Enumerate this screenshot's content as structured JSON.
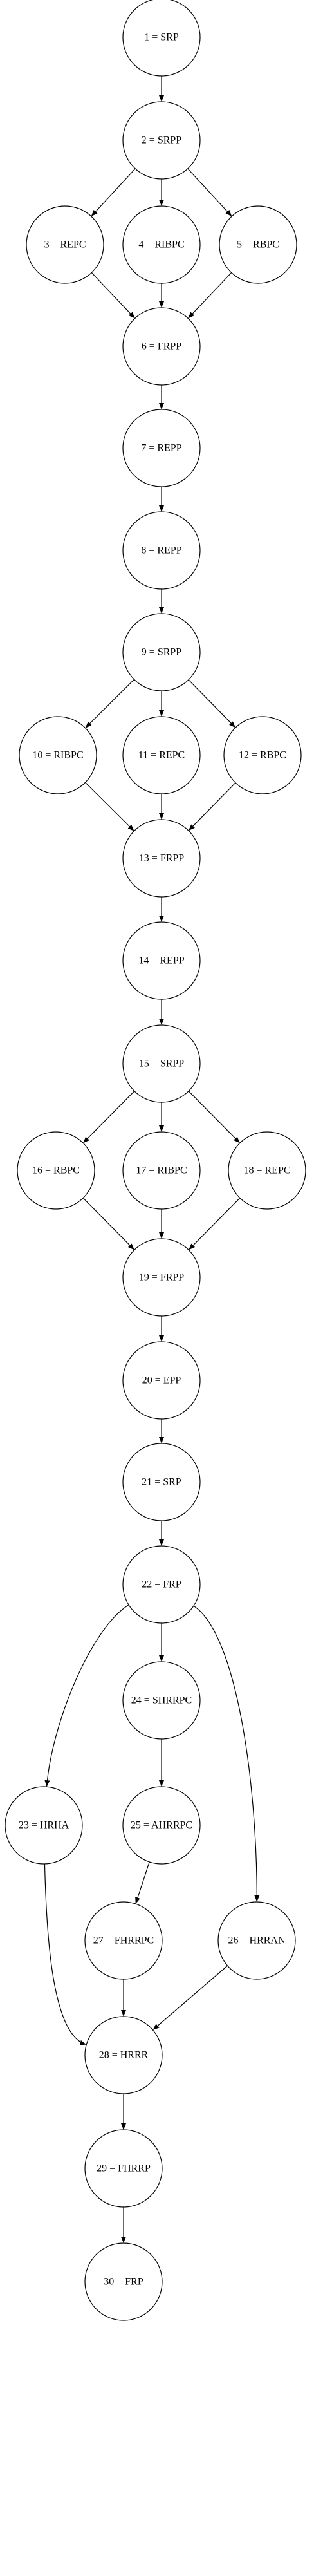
{
  "graph": {
    "nodes": [
      {
        "id": 1,
        "label": "1 = SRP"
      },
      {
        "id": 2,
        "label": "2 = SRPP"
      },
      {
        "id": 3,
        "label": "3 = REPC"
      },
      {
        "id": 4,
        "label": "4 = RIBPC"
      },
      {
        "id": 5,
        "label": "5 = RBPC"
      },
      {
        "id": 6,
        "label": "6 = FRPP"
      },
      {
        "id": 7,
        "label": "7 = REPP"
      },
      {
        "id": 8,
        "label": "8 = REPP"
      },
      {
        "id": 9,
        "label": "9 = SRPP"
      },
      {
        "id": 10,
        "label": "10 = RIBPC"
      },
      {
        "id": 11,
        "label": "11 = REPC"
      },
      {
        "id": 12,
        "label": "12 = RBPC"
      },
      {
        "id": 13,
        "label": "13 = FRPP"
      },
      {
        "id": 14,
        "label": "14 = REPP"
      },
      {
        "id": 15,
        "label": "15 = SRPP"
      },
      {
        "id": 16,
        "label": "16 = RBPC"
      },
      {
        "id": 17,
        "label": "17 = RIBPC"
      },
      {
        "id": 18,
        "label": "18 = REPC"
      },
      {
        "id": 19,
        "label": "19 = FRPP"
      },
      {
        "id": 20,
        "label": "20 = EPP"
      },
      {
        "id": 21,
        "label": "21 = SRP"
      },
      {
        "id": 22,
        "label": "22 = FRP"
      },
      {
        "id": 23,
        "label": "23 = HRHA"
      },
      {
        "id": 24,
        "label": "24 = SHRRPC"
      },
      {
        "id": 25,
        "label": "25 = AHRRPC"
      },
      {
        "id": 26,
        "label": "26 = HRRAN"
      },
      {
        "id": 27,
        "label": "27 = FHRRPC"
      },
      {
        "id": 28,
        "label": "28 = HRRR"
      },
      {
        "id": 29,
        "label": "29 = FHRRP"
      },
      {
        "id": 30,
        "label": "30 = FRP"
      }
    ],
    "edges": [
      [
        1,
        2
      ],
      [
        2,
        3
      ],
      [
        2,
        4
      ],
      [
        2,
        5
      ],
      [
        3,
        6
      ],
      [
        4,
        6
      ],
      [
        5,
        6
      ],
      [
        6,
        7
      ],
      [
        7,
        8
      ],
      [
        8,
        9
      ],
      [
        9,
        10
      ],
      [
        9,
        11
      ],
      [
        9,
        12
      ],
      [
        10,
        13
      ],
      [
        11,
        13
      ],
      [
        12,
        13
      ],
      [
        13,
        14
      ],
      [
        14,
        15
      ],
      [
        15,
        16
      ],
      [
        15,
        17
      ],
      [
        15,
        18
      ],
      [
        16,
        19
      ],
      [
        17,
        19
      ],
      [
        18,
        19
      ],
      [
        19,
        20
      ],
      [
        20,
        21
      ],
      [
        21,
        22
      ],
      [
        22,
        23
      ],
      [
        22,
        24
      ],
      [
        22,
        26
      ],
      [
        24,
        25
      ],
      [
        25,
        27
      ],
      [
        23,
        28
      ],
      [
        27,
        28
      ],
      [
        26,
        28
      ],
      [
        28,
        29
      ],
      [
        29,
        30
      ]
    ]
  }
}
